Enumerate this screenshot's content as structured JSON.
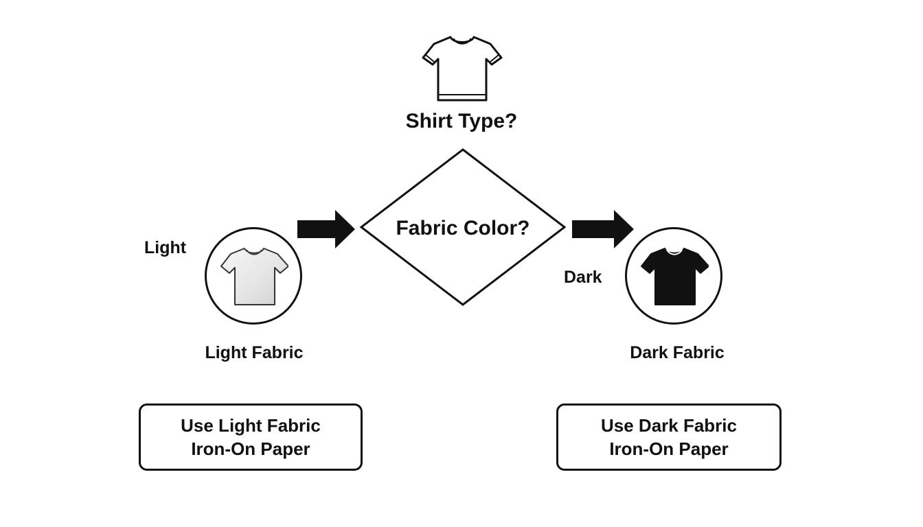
{
  "diagram": {
    "title": "Shirt Type?",
    "decision": "Fabric Color?",
    "branches": {
      "light": {
        "label": "Light",
        "fabric": "Light Fabric",
        "result_line1": "Use Light Fabric",
        "result_line2": "Iron-On Paper"
      },
      "dark": {
        "label": "Dark",
        "fabric": "Dark Fabric",
        "result_line1": "Use Dark Fabric",
        "result_line2": "Iron-On Paper"
      }
    }
  },
  "icons": {
    "top": "t-shirt-outline-icon",
    "light": "light-t-shirt-icon",
    "dark": "dark-t-shirt-icon",
    "arrows": "arrow-right-icon"
  },
  "colors": {
    "stroke": "#111111",
    "light_shirt": "#ececec",
    "dark_shirt": "#111111",
    "background": "#ffffff"
  }
}
